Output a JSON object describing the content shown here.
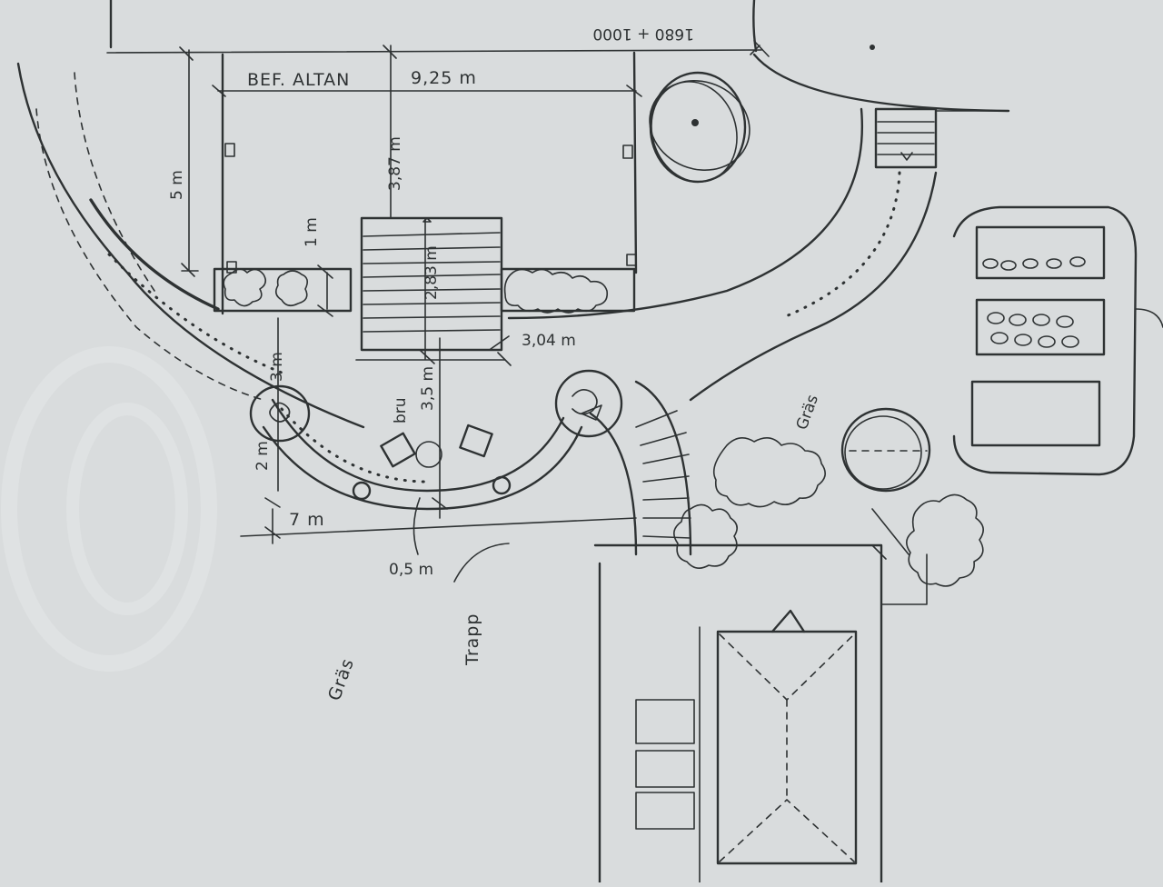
{
  "labels": {
    "altan": "BEF. ALTAN",
    "width_925": "9,25 m",
    "top_right": "1680 + 1000",
    "depth_5": "5 m",
    "depth_387": "3,87 m",
    "width_1": "1 m",
    "stair_283": "2,83 m",
    "stair_304": "3,04 m",
    "walk_3": "3 m",
    "ramp_35": "3,5 m",
    "ramp_note": "bru",
    "walk_2": "2 m",
    "walk_7": "7 m",
    "offset_05": "0,5 m",
    "stair_note": "Trapp",
    "grass_left": "Gräs",
    "grass_right": "Gräs"
  },
  "colors": {
    "paper": "#d9dcdd",
    "ink": "#2e3233"
  }
}
